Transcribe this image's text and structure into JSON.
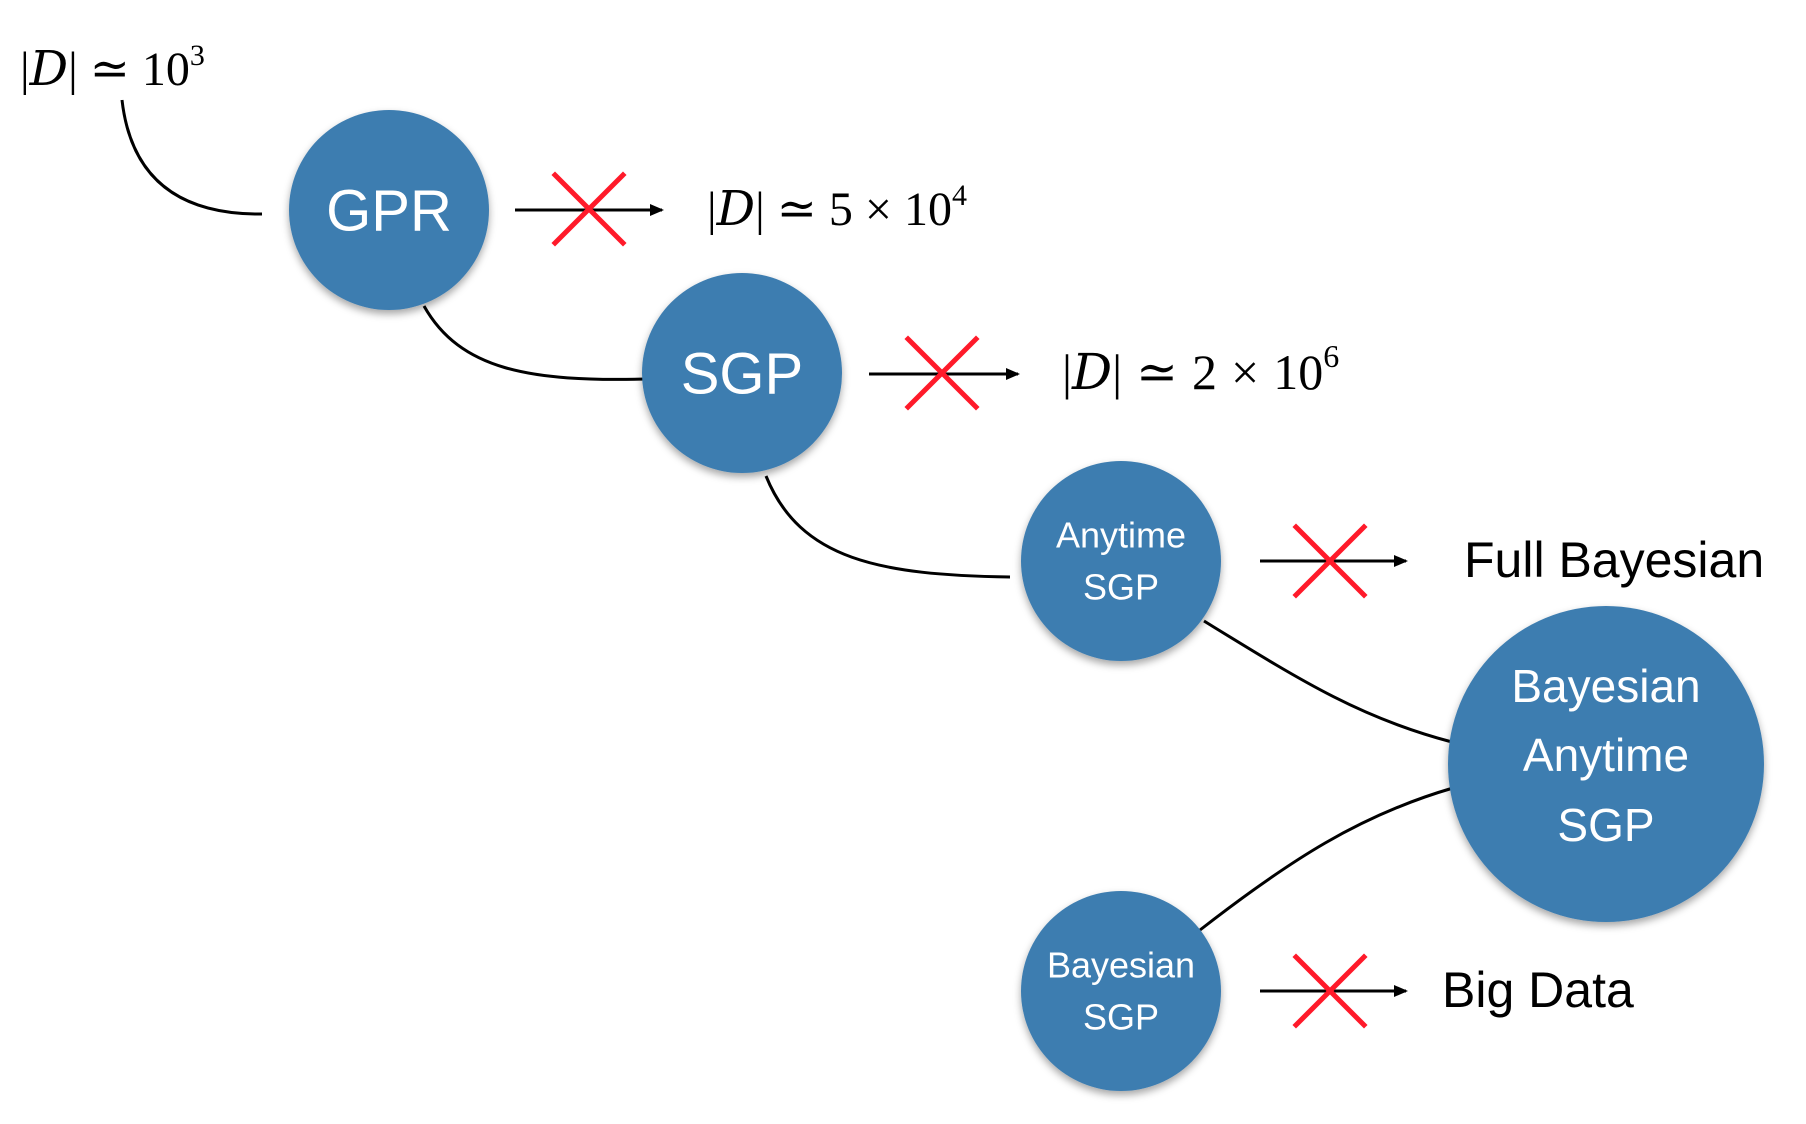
{
  "nodes": {
    "gpr": {
      "label": "GPR"
    },
    "sgp": {
      "label": "SGP"
    },
    "anytime_sgp": {
      "line1": "Anytime",
      "line2": "SGP"
    },
    "bayesian_anytime_sgp": {
      "line1": "Bayesian",
      "line2": "Anytime",
      "line3": "SGP"
    },
    "bayesian_sgp": {
      "line1": "Bayesian",
      "line2": "SGP"
    }
  },
  "annotations": {
    "start": {
      "bar_open": "|",
      "D": "D",
      "bar_close": "|",
      "approx": "≃",
      "base": "10",
      "exp": "3"
    },
    "gpr_limit": {
      "bar_open": "|",
      "D": "D",
      "bar_close": "|",
      "approx": "≃",
      "coef": "5",
      "times": "×",
      "base": "10",
      "exp": "4"
    },
    "sgp_limit": {
      "bar_open": "|",
      "D": "D",
      "bar_close": "|",
      "approx": "≃",
      "coef": "2",
      "times": "×",
      "base": "10",
      "exp": "6"
    },
    "anytime_limit": "Full Bayesian",
    "bayesian_limit": "Big Data"
  },
  "colors": {
    "node_fill": "#3e7db0",
    "cross": "#ff1a2a",
    "line": "#000000"
  }
}
